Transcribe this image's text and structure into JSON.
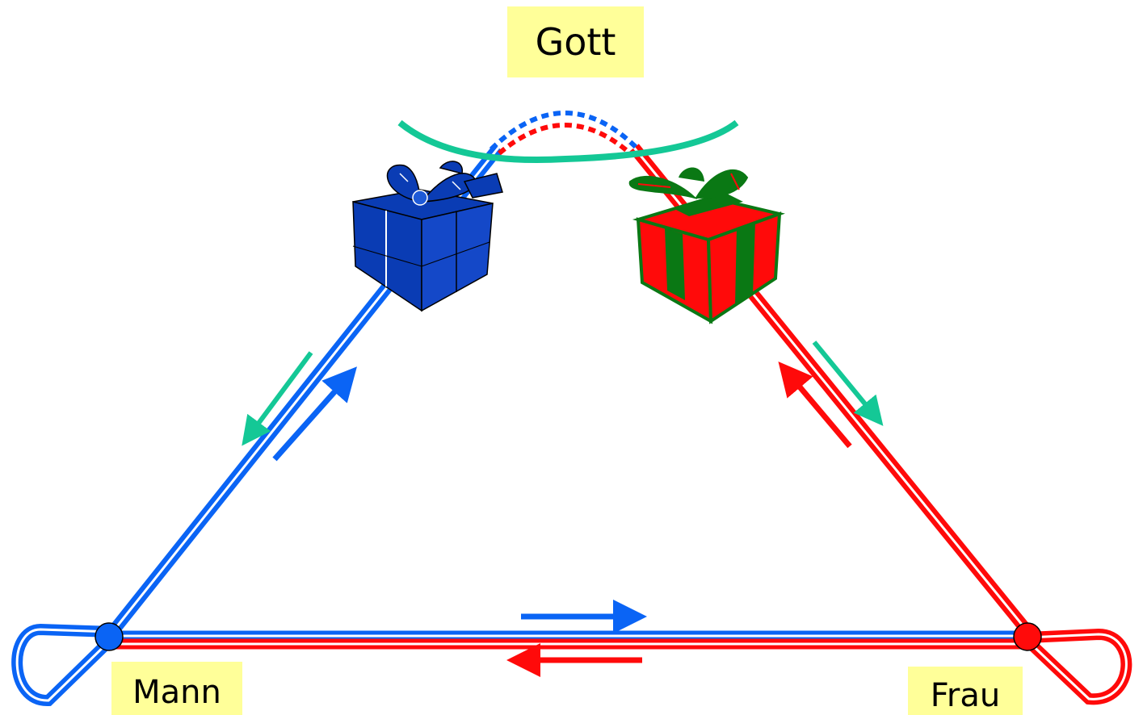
{
  "labels": {
    "god": "Gott",
    "man": "Mann",
    "woman": "Frau"
  },
  "colors": {
    "man_line": "#0a64f5",
    "woman_line": "#ff0a0a",
    "god_arc": "#14c896",
    "label_bg": "#ffff99",
    "gift_blue": "#0a3cb4",
    "gift_red": "#ff0a0a",
    "gift_ribbon_green": "#0a7814"
  },
  "icons": {
    "man_gift": "blue-gift-box-icon",
    "woman_gift": "red-gift-box-icon"
  }
}
